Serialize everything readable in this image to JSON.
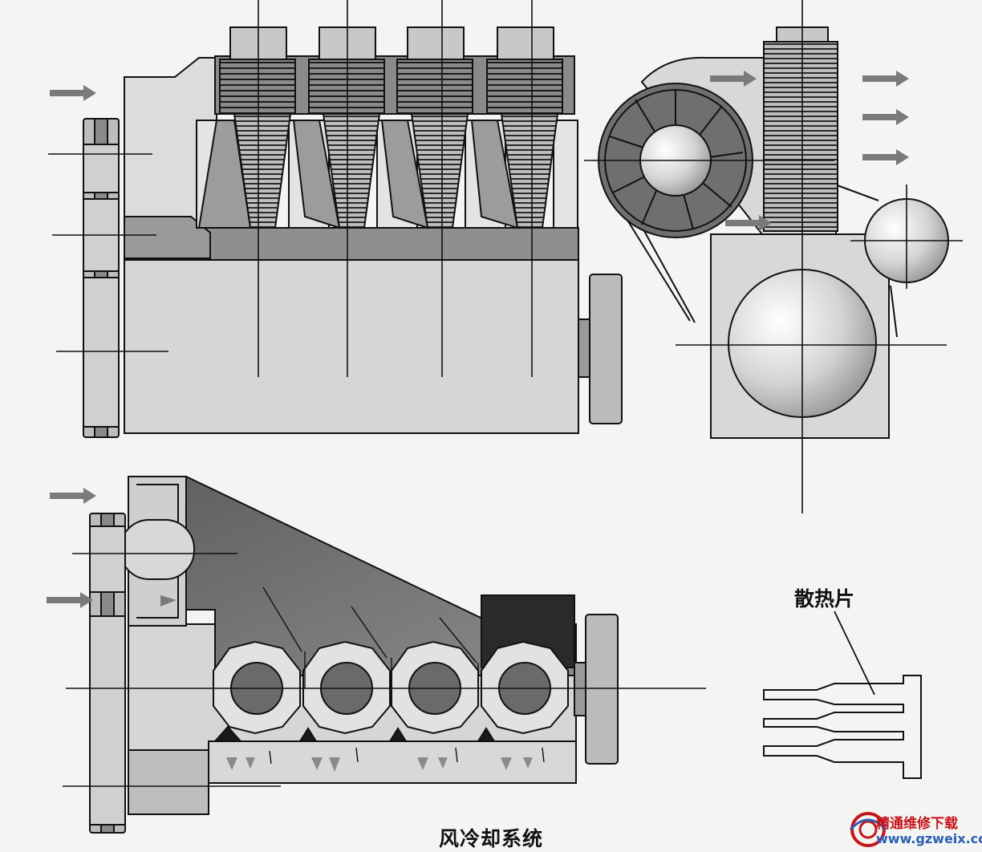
{
  "diagram": {
    "caption": "风冷却系统",
    "fin_label": "散热片"
  },
  "watermark": {
    "name": "精通维修下载",
    "url": "www.gzweix.com"
  },
  "colors": {
    "dark": "#6f6f6f",
    "mid": "#a8a8a8",
    "light": "#d2d2d2",
    "pale": "#e6e6e6",
    "line": "#111111",
    "background": "#f4f4f2"
  }
}
